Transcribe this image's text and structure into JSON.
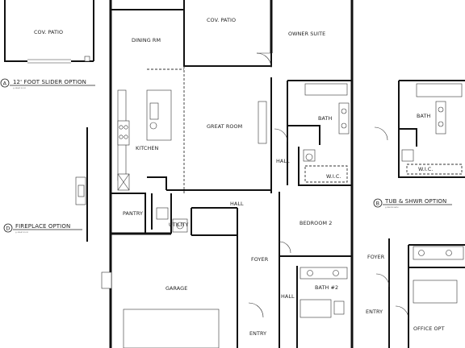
{
  "labels": {
    "cov_patio_left": "COV. PATIO",
    "cov_patio_main": "COV. PATIO",
    "dining_rm": "DINING RM",
    "owner_suite": "OWNER SUITE",
    "great_room": "GREAT ROOM",
    "kitchen": "KITCHEN",
    "bath_owner": "BATH",
    "hall_owner": "HALL",
    "wic_owner": "W.I.C.",
    "pantry": "PANTRY",
    "utility": "UTILITY",
    "hall_center": "HALL",
    "bedroom_2": "BEDROOM 2",
    "foyer": "FOYER",
    "garage": "GARAGE",
    "hall_lower": "HALL",
    "bath_2": "BATH #2",
    "entry": "ENTRY",
    "bath_option": "BATH",
    "wic_option": "W.I.C.",
    "foyer_office": "FOYER",
    "entry_office": "ENTRY",
    "office_opt": "OFFICE OPT"
  },
  "options": {
    "a": {
      "letter": "A",
      "title": "12' FOOT SLIDER OPTION",
      "note": "@ GREAT ROOM"
    },
    "b": {
      "letter": "B",
      "title": "TUB & SHWR OPTION",
      "note": "@ MASTER BATH"
    },
    "d": {
      "letter": "D",
      "title": "FIREPLACE OPTION",
      "note": "@ GREAT ROOM"
    }
  }
}
